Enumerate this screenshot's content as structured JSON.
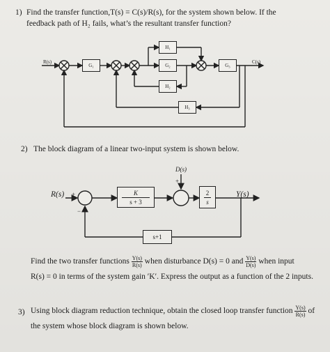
{
  "q1": {
    "number": "1)",
    "line1": "Find the transfer function,T(s) = C(s)/R(s), for the system shown below. If the",
    "line2": "feedback path of H₂ fails, what’s the resultant transfer function?",
    "diagram": {
      "input": "R(s)",
      "output": "C(s)",
      "g1": "G₁",
      "g2": "G₂",
      "g3": "G₃",
      "h1": "H₁",
      "h2": "H₂",
      "h3": "H₃"
    }
  },
  "q2": {
    "number": "2)",
    "intro": "The block diagram of a linear two-input system is shown below.",
    "diagram": {
      "disturbance": "D(s)",
      "plus_top": "+",
      "input": "R(s)",
      "plus_left": "+",
      "minus": "−",
      "block1_num": "K",
      "block1_den": "s + 3",
      "block2_num": "2",
      "block2_den": "s",
      "output": "Y(s)",
      "feedback": "s+1"
    },
    "text_a": "Find the two transfer functions",
    "frac1_num": "Y(s)",
    "frac1_den": "R(s)",
    "text_b": "when disturbance D(s) = 0 and",
    "frac2_num": "Y(s)",
    "frac2_den": "D(s)",
    "text_c": "when input",
    "line2": "R(s) = 0 in terms of the system gain ′K′. Express the output as a function of the 2 inputs."
  },
  "q3": {
    "number": "3)",
    "text_a": "Using block diagram reduction technique, obtain the closed loop transfer function",
    "frac_num": "Y(s)",
    "frac_den": "R(s)",
    "text_b": "of",
    "line2": "the system whose block diagram is shown below."
  }
}
